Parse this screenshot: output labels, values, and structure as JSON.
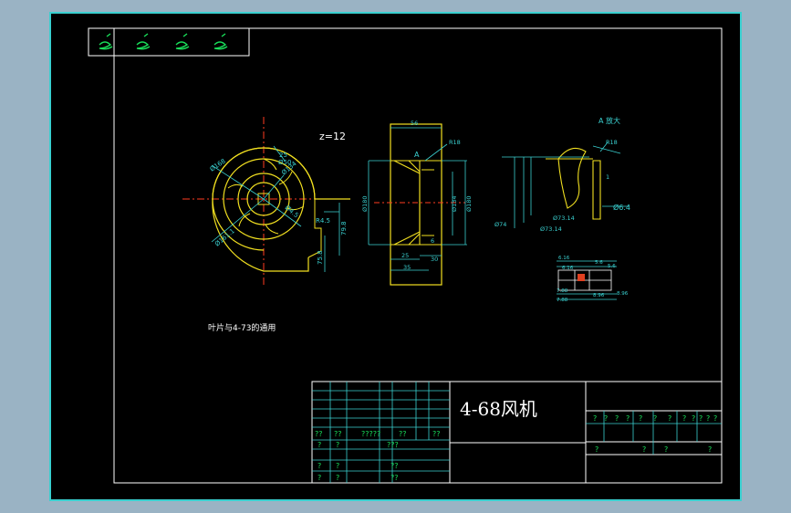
{
  "drawing": {
    "title": "4-68风机",
    "tooth_count": "z=12",
    "note": "叶片与4-73的通用",
    "detail_view_label": "A 放大",
    "section_marker": "A"
  },
  "dimensions": {
    "front_view": {
      "d1": "Ø168",
      "d2": "Ø134",
      "d3": "Ø50",
      "d4": "Ø4.5",
      "d5": "Ø161.1",
      "r": "R4.5",
      "h1": "79.8",
      "h2": "75.8",
      "angle": "25"
    },
    "side_view": {
      "top": "56",
      "r": "R18",
      "left": "Ø180",
      "mid": "Ø134",
      "right": "Ø180",
      "b1": "25",
      "b2": "30",
      "b3": "35",
      "b4": "6"
    },
    "detail_view": {
      "r": "R18",
      "d74": "Ø74",
      "d73a": "Ø73.14",
      "d73b": "Ø73.14",
      "d64": "Ø6.4",
      "w": "1"
    },
    "small_view": {
      "a": "6.16",
      "b": "5.6",
      "c": "5.6",
      "d": "6.16",
      "e": "7.88",
      "f": "8.96",
      "g": "7.88",
      "h": "8.96"
    }
  },
  "title_block": {
    "left_row1": [
      "??",
      "??",
      "?????",
      "??",
      "??"
    ],
    "left_row2": [
      "?",
      "?",
      "???"
    ],
    "left_row3": [
      "?",
      "?",
      "??"
    ],
    "left_row4": [
      "?",
      "?",
      "??"
    ],
    "right_row1": [
      "?",
      "?",
      "?",
      "?",
      "?",
      "?",
      "?",
      "?",
      "?",
      "?",
      "?",
      "?"
    ],
    "right_row2": [
      "?",
      "?",
      "?",
      "?"
    ]
  },
  "logo_marks": [
    "logo-mark-1",
    "logo-mark-2",
    "logo-mark-3",
    "logo-mark-4"
  ]
}
